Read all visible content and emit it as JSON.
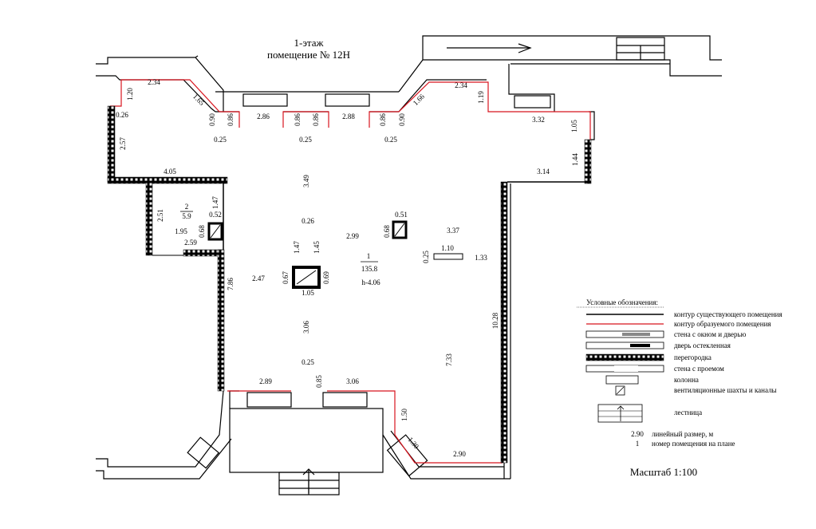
{
  "title": {
    "line1": "1-этаж",
    "line2": "помещение № 12Н"
  },
  "dimensions": {
    "d_2_34_left": "2.34",
    "d_1_65": "1.65",
    "d_1_20": "1.20",
    "d_0_26": "0.26",
    "d_2_57": "2.57",
    "d_0_90_a": "0.90",
    "d_0_86_a": "0.86",
    "d_2_86": "2.86",
    "d_0_86_b": "0.86",
    "d_0_86_c": "0.86",
    "d_2_88": "2.88",
    "d_0_86_d": "0.86",
    "d_0_90_b": "0.90",
    "d_0_25_a": "0.25",
    "d_0_25_b": "0.25",
    "d_0_25_c": "0.25",
    "d_1_66": "1.66",
    "d_2_34_right": "2.34",
    "d_1_19": "1.19",
    "d_3_32": "3.32",
    "d_1_05_top": "1.05",
    "d_1_44": "1.44",
    "d_3_14": "3.14",
    "d_4_05": "4.05",
    "d_3_49": "3.49",
    "d_2_51": "2.51",
    "d_1_47_room2": "1.47",
    "d_0_52": "0.52",
    "d_0_68_a": "0.68",
    "d_1_95": "1.95",
    "d_2_59": "2.59",
    "d_0_26_col": "0.26",
    "d_1_47_col": "1.47",
    "d_1_45": "1.45",
    "d_2_99": "2.99",
    "d_0_51": "0.51",
    "d_0_68_b": "0.68",
    "d_3_37": "3.37",
    "d_1_10": "1.10",
    "d_0_25_d": "0.25",
    "d_1_33": "1.33",
    "d_0_67": "0.67",
    "d_0_69": "0.69",
    "d_1_05_col": "1.05",
    "d_2_47": "2.47",
    "d_7_86": "7.86",
    "d_3_06_a": "3.06",
    "d_10_28": "10.28",
    "d_7_33": "7.33",
    "d_0_25_e": "0.25",
    "d_0_85": "0.85",
    "d_2_89": "2.89",
    "d_3_06_b": "3.06",
    "d_1_50": "1.50",
    "d_1_30": "1.30",
    "d_2_90": "2.90",
    "h_4_06": "h-4.06"
  },
  "rooms": {
    "room1_number": "1",
    "room1_area": "135.8",
    "room2_number": "2",
    "room2_area": "5.9"
  },
  "legend": {
    "heading": "Условные обозначения:",
    "items": [
      "контур существующего помещения",
      "контур образуемого помещения",
      "стена с окном и дверью",
      "дверь остекленная",
      "перегородка",
      "стена с проемом",
      "колонна",
      "вентиляционные шахты и каналы",
      "лестница",
      "линейный размер, м",
      "номер помещения на плане"
    ],
    "sample_dimension": "2.90",
    "sample_room": "1"
  },
  "scale": "Масштаб 1:100",
  "colors": {
    "existing_contour": "#000000",
    "new_contour": "#d8141e",
    "background": "#ffffff"
  }
}
